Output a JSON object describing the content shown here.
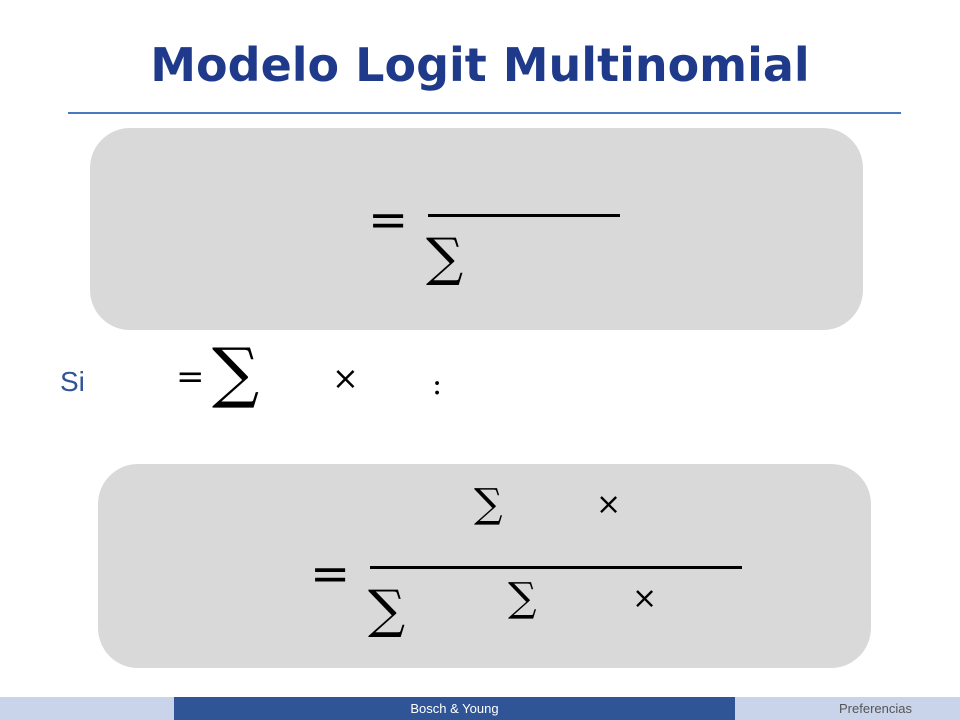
{
  "slide": {
    "title": "Modelo Logit Multinomial",
    "condition_label": "Si"
  },
  "formula1": {
    "equals": "=",
    "sum": "∑"
  },
  "formula2": {
    "equals": "=",
    "sum": "∑",
    "times": "×",
    "colon": ":"
  },
  "formula3": {
    "equals": "=",
    "sum": "∑",
    "times": "×"
  },
  "footer": {
    "center": "Bosch & Young",
    "right": "Preferencias"
  },
  "colors": {
    "title": "#1f3a8a",
    "panel": "#d9d9d9",
    "footer_dark": "#2f5597",
    "footer_light": "#c9d4ea"
  }
}
